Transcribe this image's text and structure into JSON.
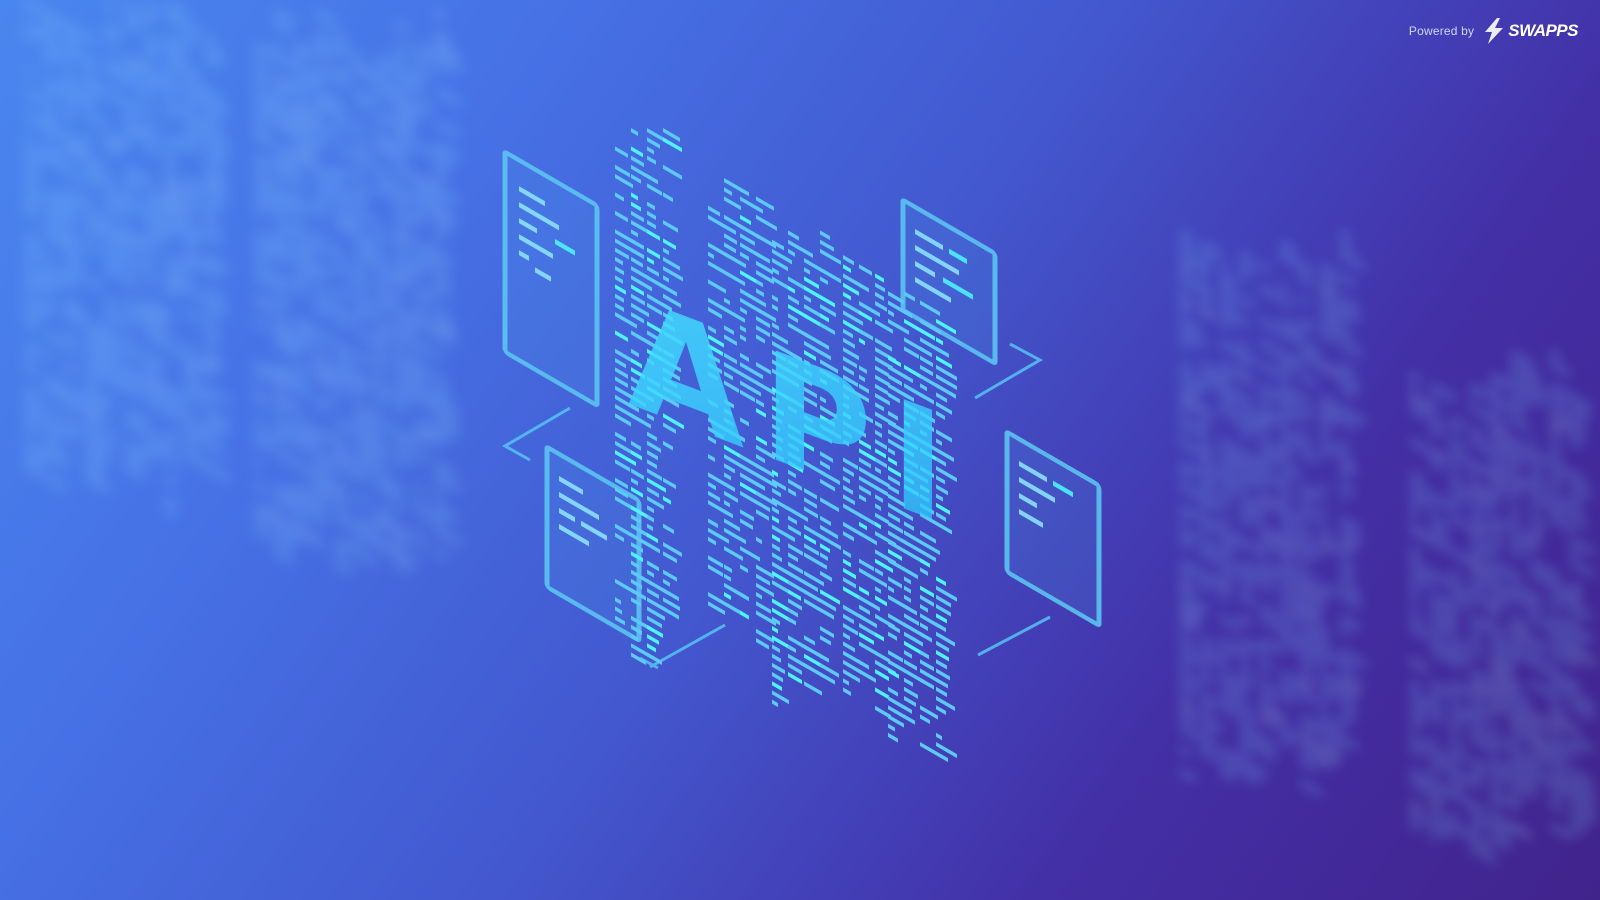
{
  "branding": {
    "powered_label": "Powered by",
    "brand_name": "SWAPPS"
  },
  "illustration": {
    "headline": "API",
    "icon": "api-code-isometric-illustration",
    "colors": {
      "accent": "#3fd4ff",
      "highlight": "#4ef3ff",
      "panel_stroke": "#5cc4f2",
      "background_top": "#4a86ef",
      "background_bottom": "#41238c"
    }
  }
}
